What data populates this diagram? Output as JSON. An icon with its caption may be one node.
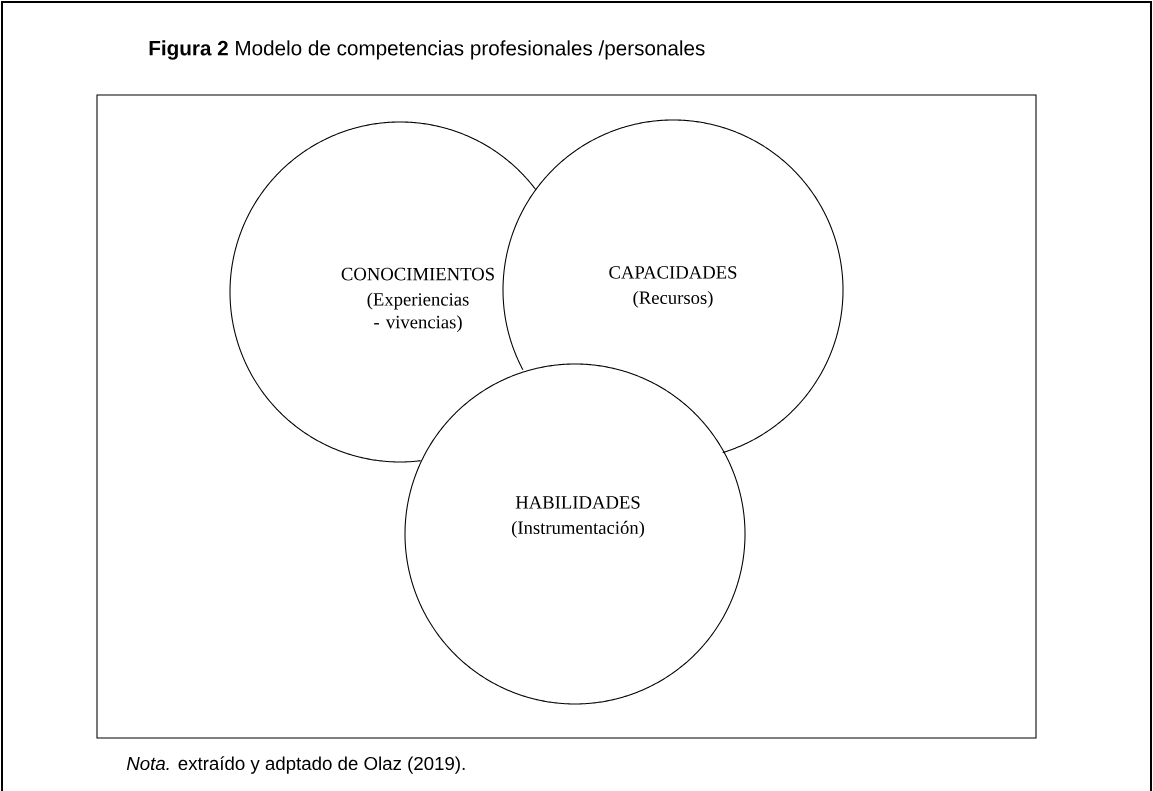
{
  "diagram": {
    "title": "**Figura 2** Modelo de competencias profesionales /personales",
    "nodes": [
      {
        "text": [
          "CONOCIMIENTOS",
          "(Experiencias - vivencias)"
        ]
      },
      {
        "text": [
          "CAPACIDADES",
          "(Recursos)"
        ]
      },
      {
        "text": [
          "HABILIDADES",
          "(Instrumentación)"
        ]
      }
    ],
    "caption": "*Nota.* extraído y adptado de Olaz (2019)."
  }
}
